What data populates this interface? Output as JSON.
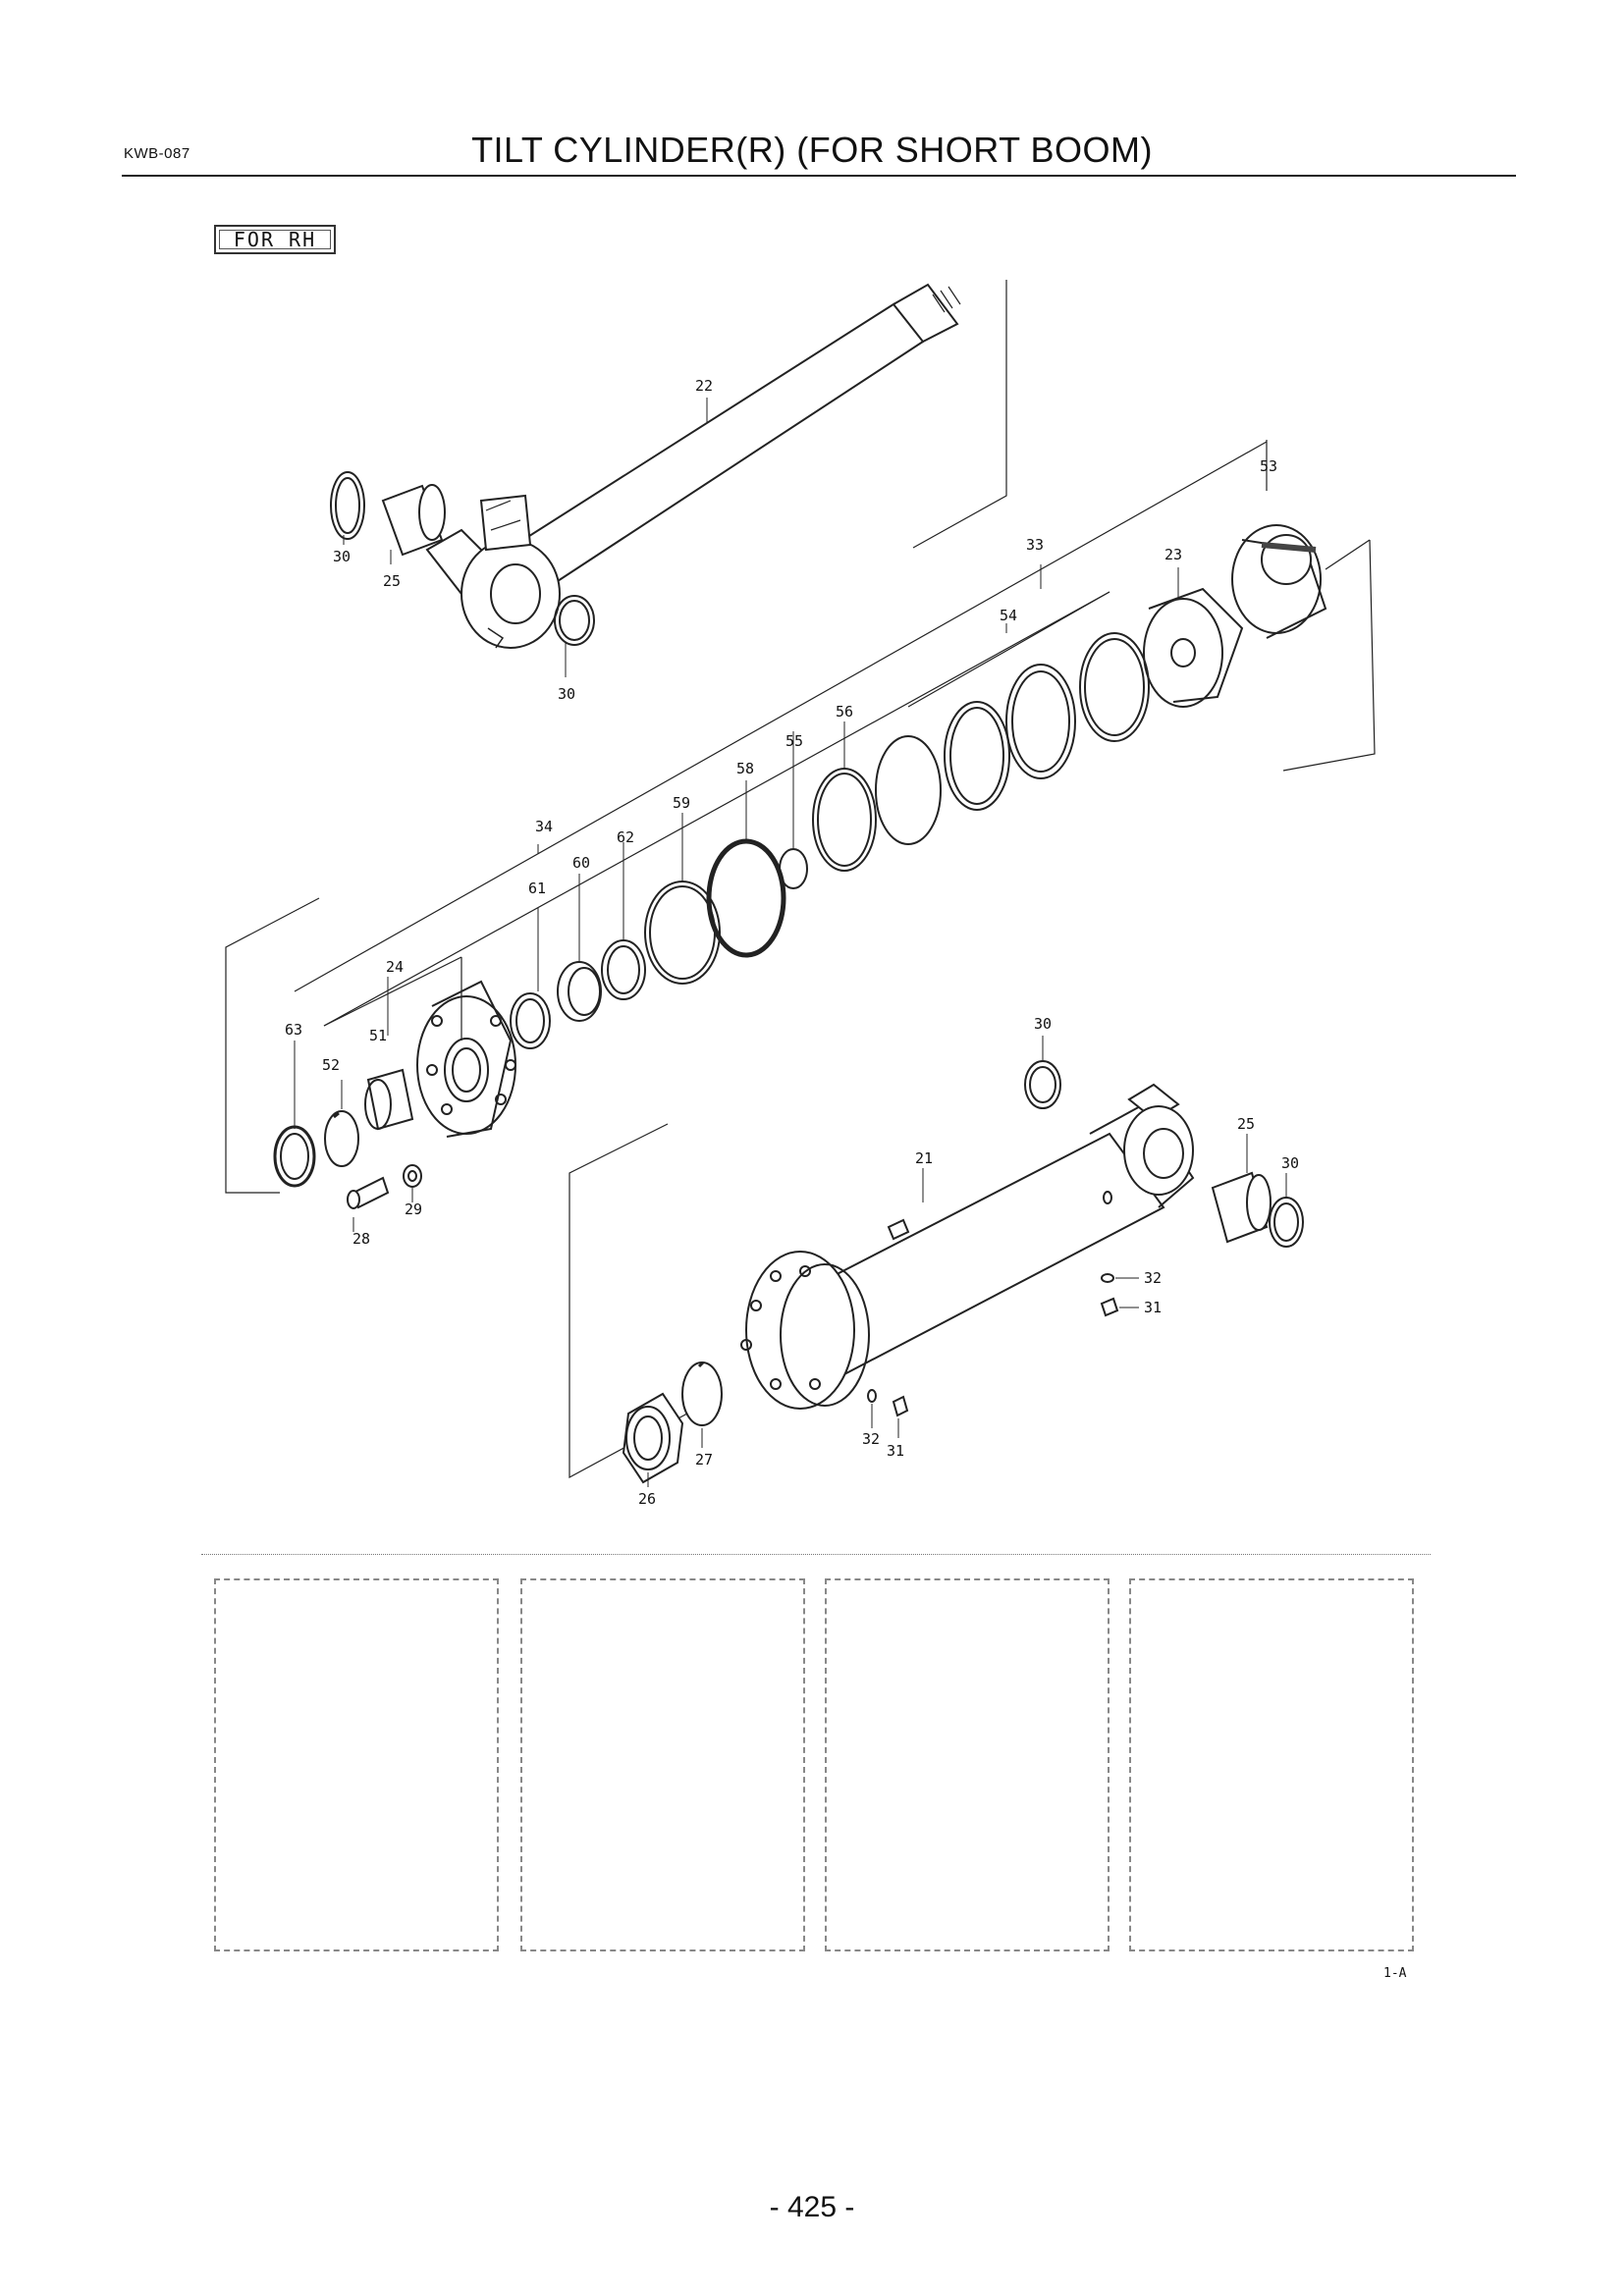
{
  "header": {
    "code": "KWB-087",
    "title": "TILT CYLINDER(R) (FOR SHORT BOOM)"
  },
  "variant_label": "FOR RH",
  "callouts": {
    "c22": "22",
    "c30a": "30",
    "c25a": "25",
    "c30b": "30",
    "c53": "53",
    "c33": "33",
    "c23": "23",
    "c54": "54",
    "c56": "56",
    "c55": "55",
    "c58": "58",
    "c59": "59",
    "c34": "34",
    "c62": "62",
    "c60": "60",
    "c61": "61",
    "c24": "24",
    "c63": "63",
    "c51": "51",
    "c52": "52",
    "c28": "28",
    "c29": "29",
    "c30c": "30",
    "c25b": "25",
    "c30d": "30",
    "c21": "21",
    "c32a": "32",
    "c31a": "31",
    "c32b": "32",
    "c31b": "31",
    "c27": "27",
    "c26": "26"
  },
  "figure_ref": "1-A",
  "page_number": "- 425 -"
}
